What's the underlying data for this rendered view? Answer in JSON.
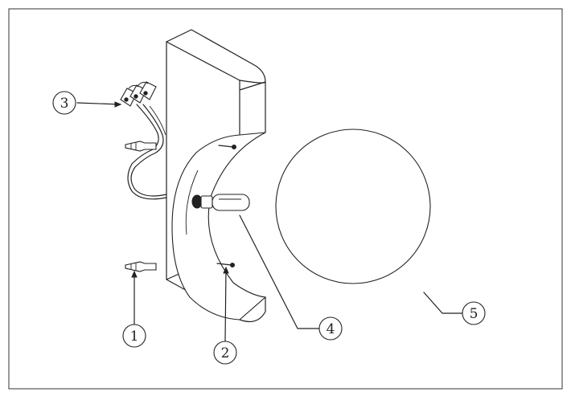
{
  "callouts": [
    {
      "number": "1",
      "part": "wall-plug"
    },
    {
      "number": "2",
      "part": "screw"
    },
    {
      "number": "3",
      "part": "terminal-block"
    },
    {
      "number": "4",
      "part": "bulb"
    },
    {
      "number": "5",
      "part": "glass-globe"
    }
  ],
  "colors": {
    "line": "#222222",
    "background": "#ffffff"
  }
}
